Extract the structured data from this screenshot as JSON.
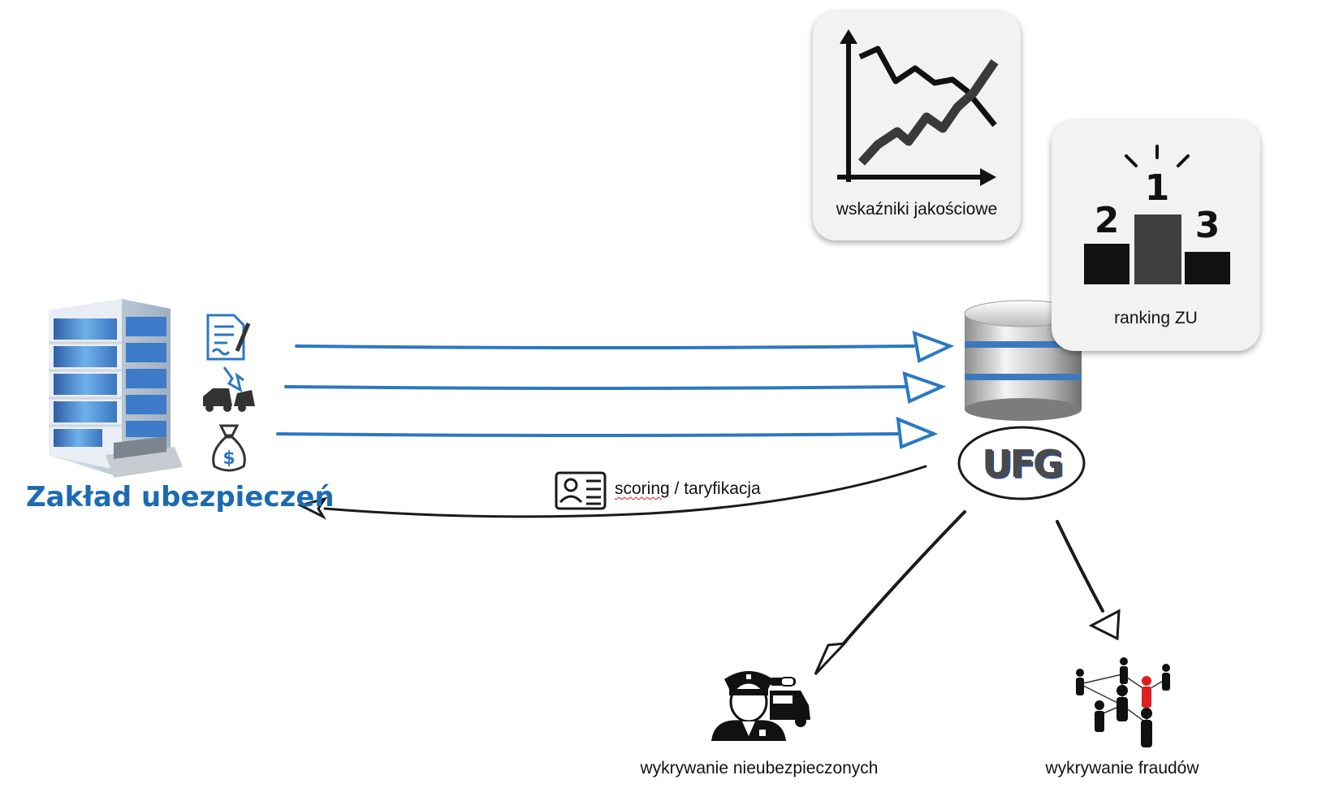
{
  "insurer": {
    "title": "Zakład ubezpieczeń"
  },
  "database": {
    "logo_text": "UFG"
  },
  "cards": {
    "quality": {
      "label": "wskaźniki jakościowe"
    },
    "ranking": {
      "label": "ranking ZU",
      "podium": [
        "2",
        "1",
        "3"
      ]
    }
  },
  "feedback": {
    "label_part1": "scoring",
    "label_part2": " / taryfikacja"
  },
  "outputs": {
    "uninsured": {
      "label": "wykrywanie nieubezpieczonych"
    },
    "fraud": {
      "label": "wykrywanie fraudów"
    }
  },
  "icons": [
    "office-building-icon",
    "document-signature-icon",
    "car-crash-icon",
    "money-bag-icon",
    "database-icon",
    "id-card-icon",
    "line-chart-icon",
    "podium-icon",
    "police-officer-car-icon",
    "people-network-icon"
  ],
  "colors": {
    "flow_blue": "#2b78c2",
    "title_blue": "#1c6bb1",
    "fraud_red": "#e02020"
  }
}
